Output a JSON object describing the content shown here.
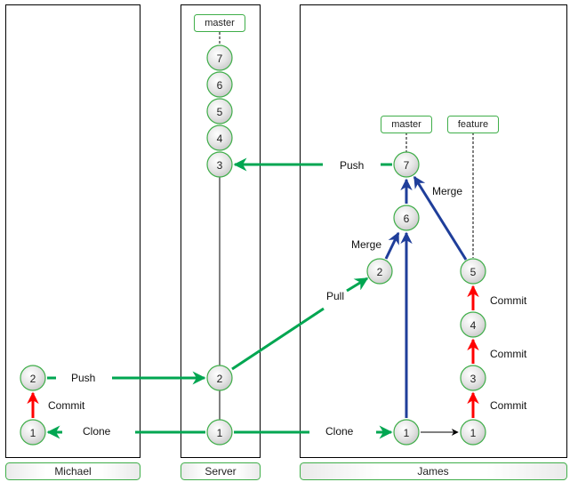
{
  "colors": {
    "green": "#00a651",
    "node_stroke": "#3fae49",
    "red": "#ff0000",
    "blue": "#1f3e9a",
    "black": "#000000"
  },
  "panels": [
    {
      "id": "michael",
      "label": "Michael"
    },
    {
      "id": "server",
      "label": "Server"
    },
    {
      "id": "james",
      "label": "James"
    }
  ],
  "branch_tags": {
    "server_master": "master",
    "james_master": "master",
    "james_feature": "feature"
  },
  "nodes": {
    "michael": [
      "1",
      "2"
    ],
    "server": [
      "1",
      "2",
      "3",
      "4",
      "5",
      "6",
      "7"
    ],
    "james_master": [
      "1",
      "2",
      "6",
      "7"
    ],
    "james_feature": [
      "1",
      "3",
      "4",
      "5"
    ]
  },
  "labels": {
    "michael_push": "Push",
    "michael_commit": "Commit",
    "michael_clone": "Clone",
    "james_push": "Push",
    "james_merge_top": "Merge",
    "james_merge_left": "Merge",
    "james_pull": "Pull",
    "james_clone": "Clone",
    "commit_1": "Commit",
    "commit_2": "Commit",
    "commit_3": "Commit"
  }
}
